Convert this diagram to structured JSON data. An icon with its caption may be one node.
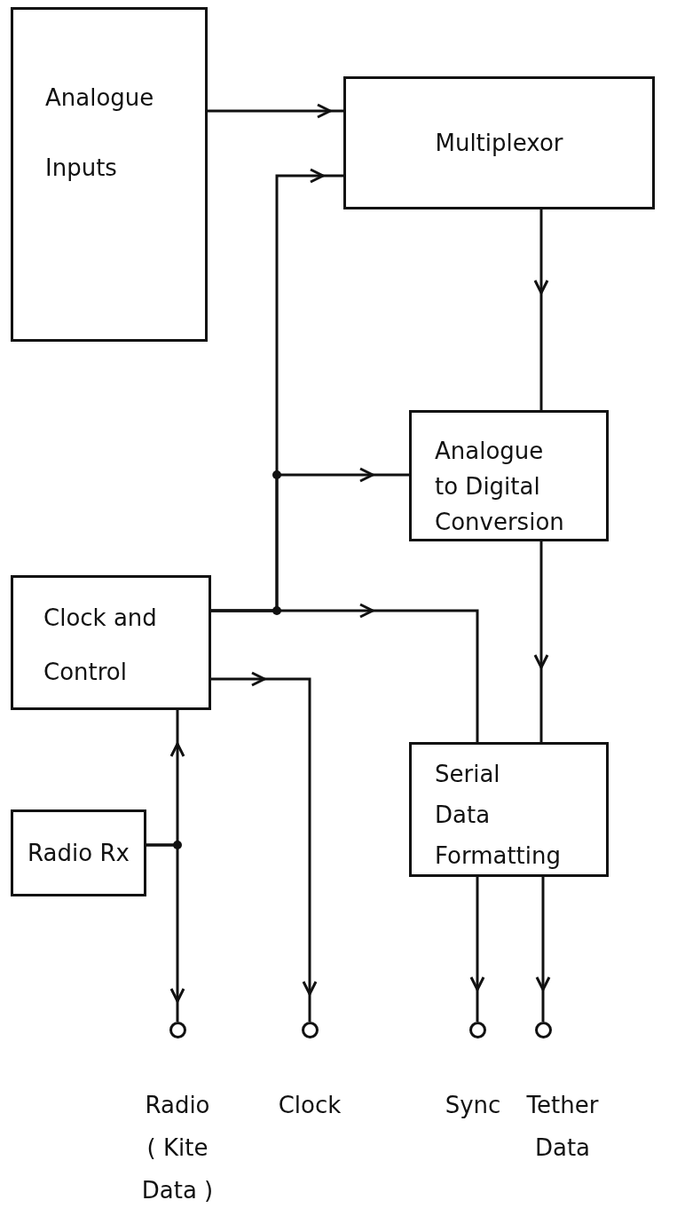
{
  "diagram": {
    "nodes": [
      {
        "text": [
          "Analogue Inputs"
        ]
      },
      {
        "text": [
          "Multiplexor"
        ]
      },
      {
        "text": [
          "Analogue to Digital Conversion"
        ]
      },
      {
        "text": [
          "Clock and Control"
        ]
      },
      {
        "text": [
          "Radio Rx"
        ]
      },
      {
        "text": [
          "Serial Data Formatting"
        ]
      },
      {
        "text": [],
        "shape": "circle",
        "beside": [
          "Radio ( Kite Data )"
        ]
      },
      {
        "text": [],
        "shape": "circle",
        "beside": [
          "Clock"
        ]
      },
      {
        "text": [],
        "shape": "circle",
        "beside": [
          "Sync"
        ]
      },
      {
        "text": [],
        "shape": "circle",
        "beside": [
          "Tether Data"
        ]
      }
    ],
    "edges": [
      {
        "from": 0,
        "to": 1,
        "arrow": "to"
      },
      {
        "from": 3,
        "to": 1,
        "arrow": "to"
      },
      {
        "from": 3,
        "to": 2,
        "arrow": "to"
      },
      {
        "from": 3,
        "to": 5,
        "arrow": "to"
      },
      {
        "from": 3,
        "to": 7,
        "arrow": "to"
      },
      {
        "from": 4,
        "to": 3,
        "arrow": "to"
      },
      {
        "from": 4,
        "to": 6,
        "arrow": "to"
      },
      {
        "from": 1,
        "to": 2,
        "arrow": "to"
      },
      {
        "from": 2,
        "to": 5,
        "arrow": "to"
      },
      {
        "from": 5,
        "to": 8,
        "arrow": "to"
      },
      {
        "from": 5,
        "to": 9,
        "arrow": "to"
      }
    ]
  }
}
